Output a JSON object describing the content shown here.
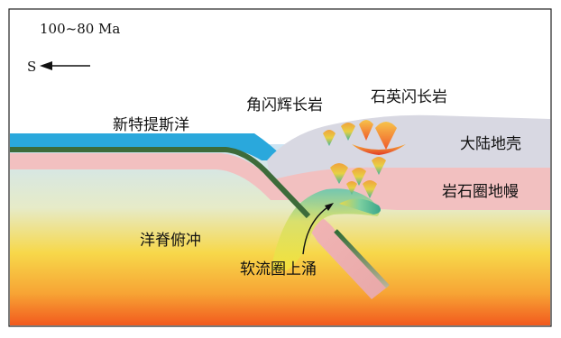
{
  "figure": {
    "age_label": "100~80 Ma",
    "direction_label": "S",
    "labels": {
      "neo_tethys_ocean": "新特提斯洋",
      "hornblende_gabbro": "角闪辉长岩",
      "quartz_diorite": "石英闪长岩",
      "continental_crust": "大陆地壳",
      "lithospheric_mantle": "岩石圈地幔",
      "ridge_subduction": "洋脊俯冲",
      "asthenosphere_upwelling": "软流圈上涌"
    },
    "colors": {
      "ocean": "#2aa8dc",
      "oceanic_crust": "#3d6b3a",
      "continental_crust": "#d8d8e2",
      "lithospheric_mantle": "#f2c0c0",
      "asthenosphere_top": "#cfe5f5",
      "asthenosphere_bottom": "#f25a1e",
      "gabbro_melt": "#e8d040",
      "diorite_melt": "#f0b040",
      "melt_pool": "#e8402a"
    }
  }
}
